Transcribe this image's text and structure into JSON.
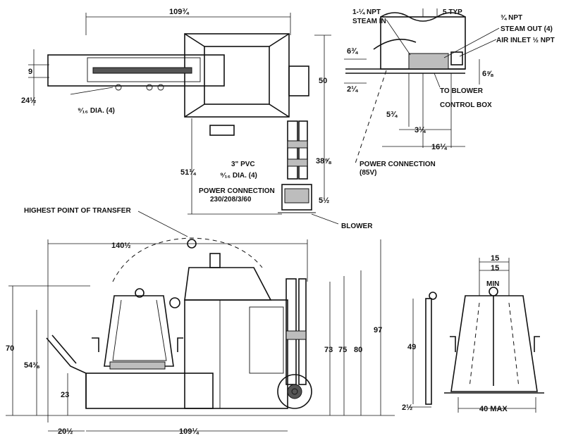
{
  "top_view": {
    "width_label": "109¾",
    "height_label": "50",
    "left_top_label": "9",
    "left_bottom_label": "24½",
    "hole_label": "⁹⁄₁₆ DIA. (4)",
    "pvc_label": "3\" PVC",
    "hole2_label": "⁹⁄₁₆ DIA. (4)",
    "power_line1": "POWER CONNECTION",
    "power_line2": "230/208/3/60",
    "dim_51": "51¼",
    "dim_38": "38⅝",
    "dim_5": "5½",
    "blower_label": "BLOWER"
  },
  "detail_view": {
    "steam_in_line1": "1-¼ NPT",
    "steam_in_line2": "STEAM IN",
    "typ_label": "5 TYP",
    "steam_out_line1": "¾ NPT",
    "steam_out_line2": "STEAM OUT (4)",
    "air_inlet": "AIR INLET ½ NPT",
    "dim_6": "6¾",
    "dim_2": "2¼",
    "dim_right": "6⅝",
    "blower_line1": "TO BLOWER",
    "blower_line2": "CONTROL BOX",
    "dim_5q": "5¾",
    "dim_3": "3¼",
    "dim_16": "16¼",
    "power_line1": "POWER CONNECTION",
    "power_line2": "(85V)"
  },
  "side_view": {
    "transfer_label": "HIGHEST POINT OF TRANSFER",
    "width_label": "140½",
    "dim_70": "70",
    "dim_54": "54⅜",
    "dim_23": "23",
    "dim_73": "73",
    "dim_75": "75",
    "dim_80": "80",
    "dim_97": "97",
    "bottom_left": "20½",
    "bottom_width": "109¼"
  },
  "end_view": {
    "dim_49": "49",
    "dim_2": "2½",
    "top_dim1": "15",
    "top_dim2": "15",
    "min_label": "MIN",
    "max_label": "40 MAX"
  }
}
